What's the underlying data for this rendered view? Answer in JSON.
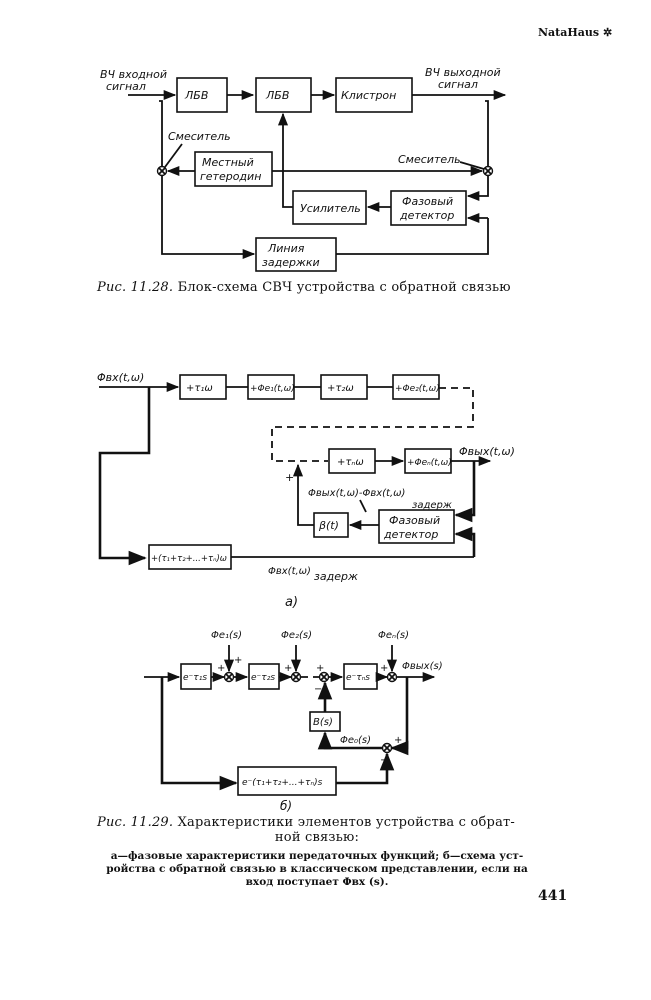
{
  "watermark": {
    "logo_text": "NataHaus"
  },
  "fig_11_28": {
    "input_label": [
      "ВЧ входной",
      "сигнал"
    ],
    "output_label": [
      "ВЧ выходной",
      "сигнал"
    ],
    "blocks": {
      "twt1": "ЛБВ",
      "twt2": "ЛБВ",
      "klystron": "Клистрон",
      "local_osc": [
        "Местный",
        "гетеродин"
      ],
      "amplifier": "Усилитель",
      "phase_det": [
        "Фазовый",
        "детектор"
      ],
      "delay_line": [
        "Линия",
        "задержки"
      ]
    },
    "mixer_left_label": "Смеситель",
    "mixer_right_label": "Смеситель",
    "caption_num": "Рис. 11.28.",
    "caption_text": "Блок-схема СВЧ устройства с обратной связью"
  },
  "fig_11_29a": {
    "input_label": "Φвх(t,ω)",
    "blocks": {
      "b1": "+τ₁ω",
      "b2": "+Φe₁(t,ω)",
      "b3": "+τ₂ω",
      "b4": "+Φe₂(t,ω)",
      "bn": "+τₙω",
      "bn_phase": "+Φeₙ(t,ω)",
      "beta": "β(t)",
      "phase_det": [
        "Фазовый",
        "детектор"
      ],
      "delay_sum": "+(τ₁+τ₂+...+τₙ)ω"
    },
    "output_label": "Φвых(t,ω)",
    "diff_label": "Φвых(t,ω)-Φвх(t,ω)",
    "diff_sub": "задерж",
    "plus_sign": "+",
    "delay_input_label": "Φвх(t,ω)",
    "delay_input_sub": "задерж",
    "sub_label": "а)"
  },
  "fig_11_29b": {
    "blocks": {
      "e1": "e⁻τ₁s",
      "e2": "e⁻τ₂s",
      "en": "e⁻τₙs",
      "B": "B(s)",
      "delay": "e⁻(τ₁+τ₂+...+τₙ)s"
    },
    "disturbances": [
      "Φe₁(s)",
      "Φe₂(s)",
      "Φeₙ(s)"
    ],
    "output_label": "Φвых(s)",
    "error_label": "Φe₀(s)",
    "signs": {
      "plus": "+",
      "minus": "−"
    },
    "sub_label": "б)"
  },
  "caption_11_29": {
    "num": "Рис. 11.29.",
    "title_line1": "Характеристики элементов устройства с обрат-",
    "title_line2": "ной связью:",
    "desc_line1": "а—фазовые характеристики передаточных функций; б—схема уст-",
    "desc_line2": "ройства с обратной связью в классическом представлении, если на",
    "desc_line3": "вход поступает Φвх (s)."
  },
  "page_number": "441"
}
